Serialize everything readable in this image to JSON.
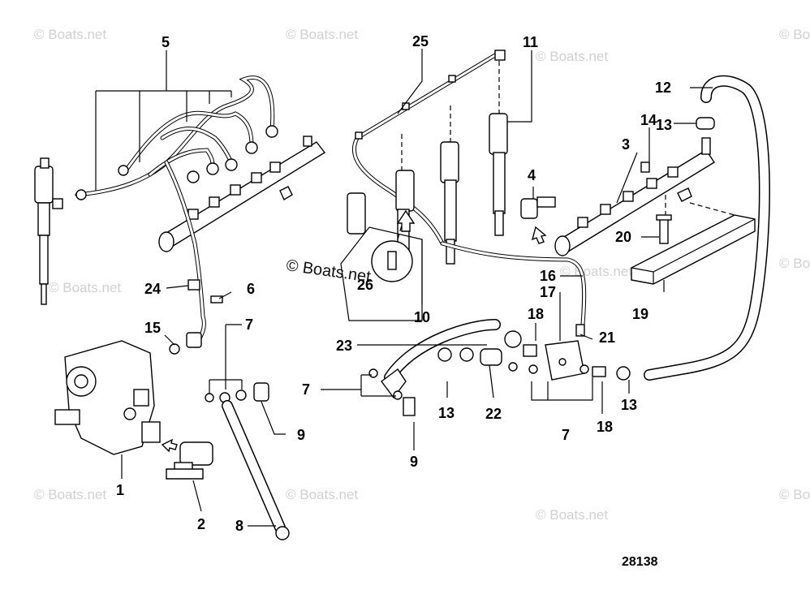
{
  "watermark_text": "© Boats.net",
  "watermark_center_text": "© Boats.net",
  "figure_number": "28138",
  "callouts": {
    "c1": "1",
    "c2": "2",
    "c3": "3",
    "c4": "4",
    "c5": "5",
    "c6": "6",
    "c7a": "7",
    "c7b": "7",
    "c7c": "7",
    "c8": "8",
    "c9a": "9",
    "c9b": "9",
    "c10": "10",
    "c11": "11",
    "c12": "12",
    "c13a": "13",
    "c13b": "13",
    "c13c": "13",
    "c14": "14",
    "c15": "15",
    "c16": "16",
    "c17": "17",
    "c18a": "18",
    "c18b": "18",
    "c19": "19",
    "c20": "20",
    "c21": "21",
    "c22": "22",
    "c23": "23",
    "c24": "24",
    "c25": "25",
    "c26": "26"
  }
}
